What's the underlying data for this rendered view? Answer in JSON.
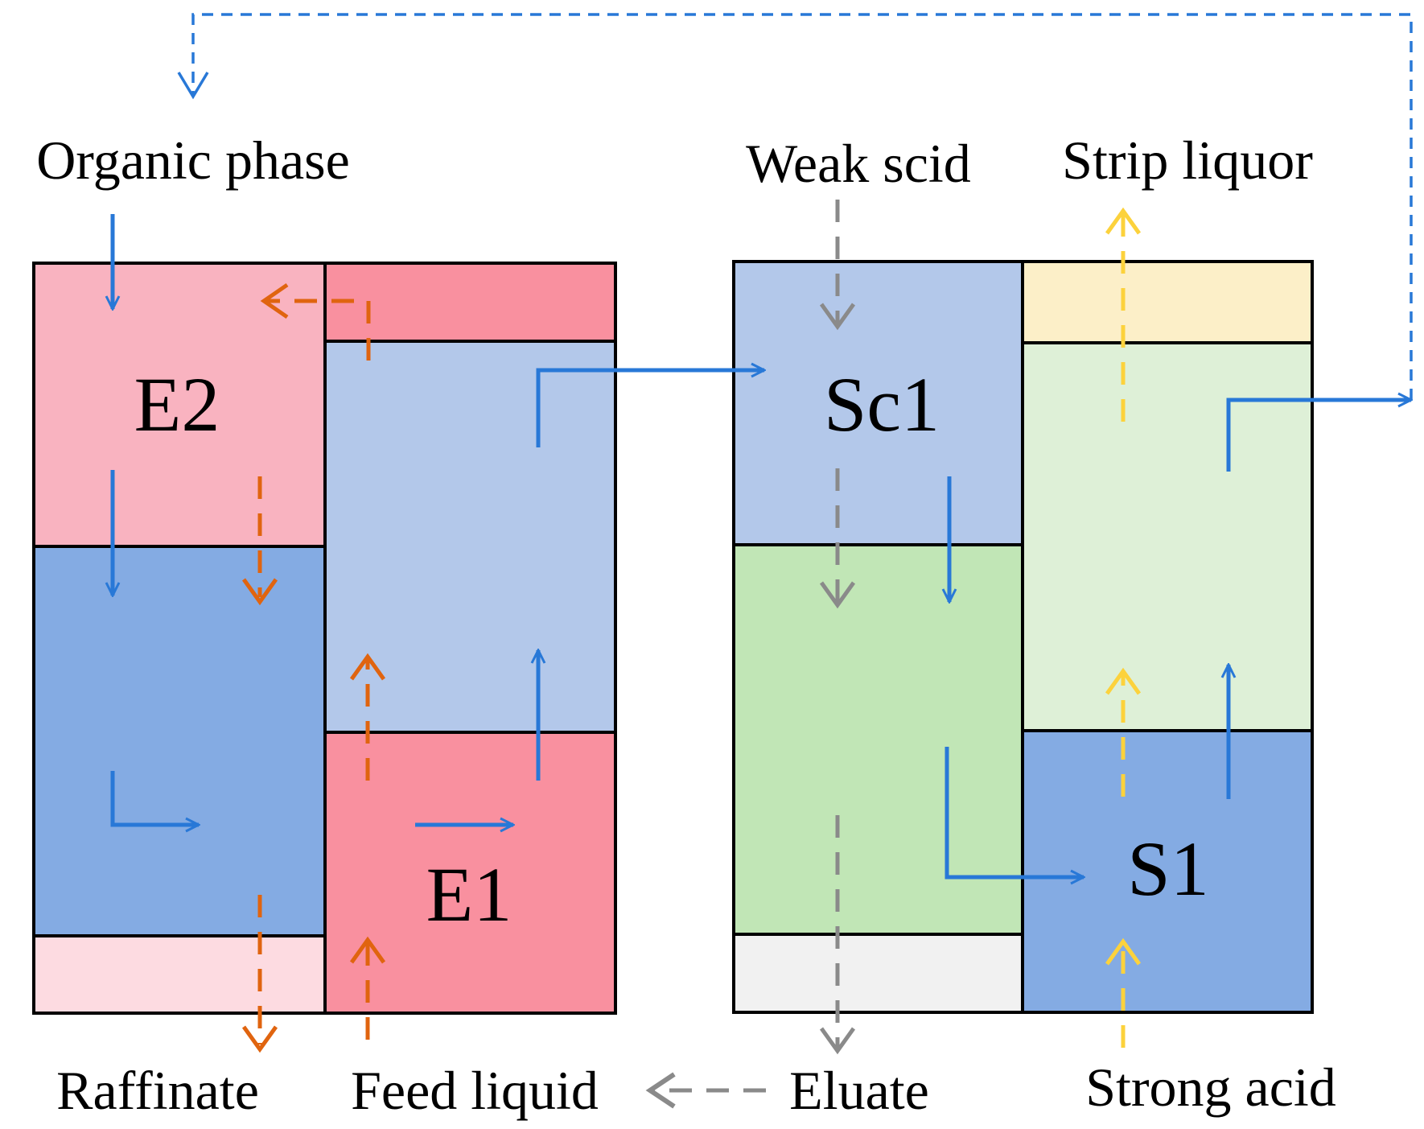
{
  "labels": {
    "organic_phase": "Organic phase",
    "weak_acid": "Weak scid",
    "strip_liquor": "Strip liquor",
    "raffinate": "Raffinate",
    "feed_liquid": "Feed liquid",
    "eluate": "Eluate",
    "strong_acid": "Strong acid",
    "e1": "E1",
    "e2": "E2",
    "sc1": "Sc1",
    "s1": "S1"
  },
  "colors": {
    "pink_light": "#f9b3c0",
    "pink_pale": "#fddbe1",
    "pink_strong": "#f9909f",
    "blue_light": "#b3c8ea",
    "blue_mid": "#84abe3",
    "green_light": "#c1e6b6",
    "green_pale": "#def0d7",
    "cream": "#fcefc8",
    "gray_pale": "#f1f1f1",
    "arrow_blue": "#2878d7",
    "arrow_orange": "#e0640f",
    "arrow_gray": "#8a8a8a",
    "arrow_yellow": "#fcd23c"
  }
}
